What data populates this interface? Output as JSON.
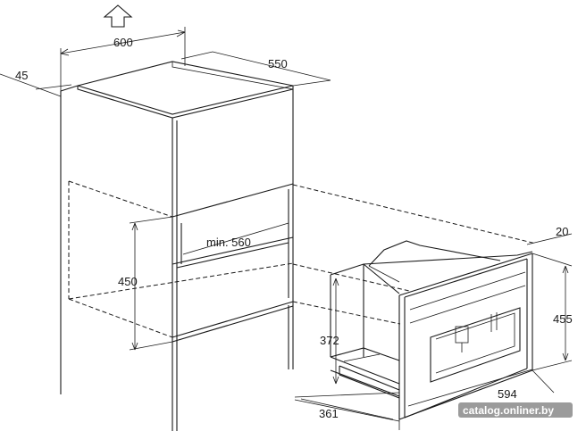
{
  "dimensions": {
    "top_width": "600",
    "top_depth": "550",
    "panel_offset": "45",
    "niche_width": "min. 560",
    "niche_height": "450",
    "appliance_body_height": "372",
    "appliance_front_height": "455",
    "appliance_width": "594",
    "appliance_body_depth": "361",
    "front_thickness": "20"
  },
  "watermark": "catalog.onliner.by",
  "icons": {
    "direction_arrow": "up-arrow-icon"
  }
}
